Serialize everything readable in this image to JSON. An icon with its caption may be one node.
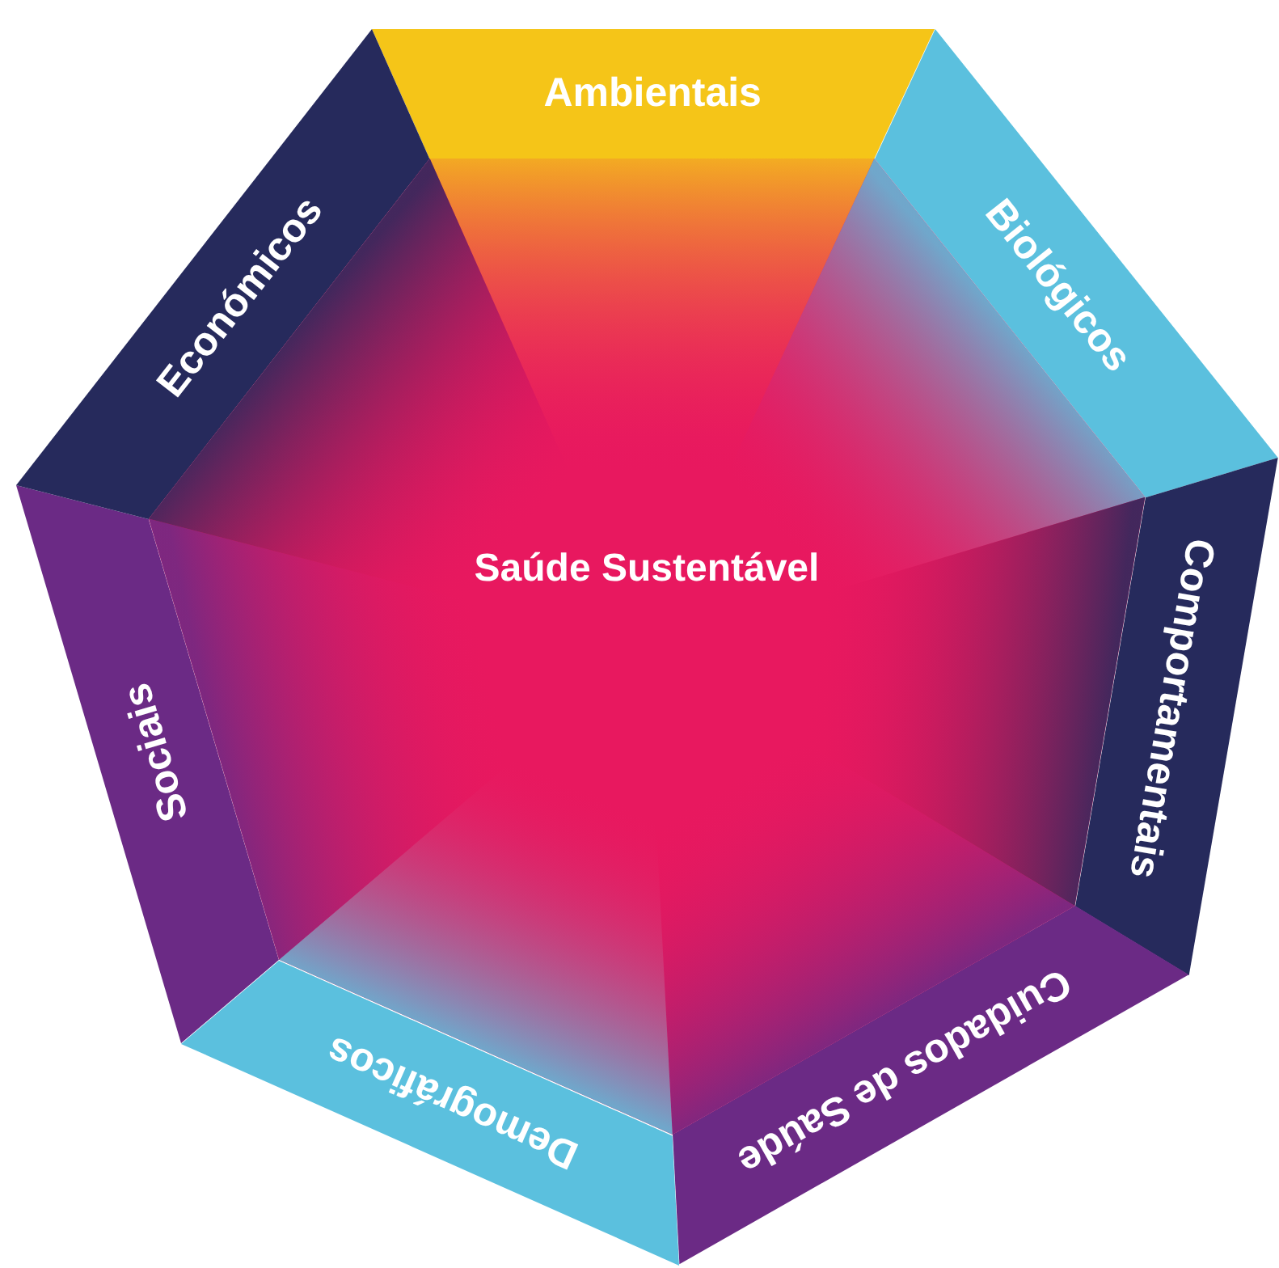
{
  "diagram": {
    "nodes": [
      {
        "text": [
          "Ambientais"
        ]
      },
      {
        "text": [
          "Biológicos"
        ]
      },
      {
        "text": [
          "Comportamentais"
        ]
      },
      {
        "text": [
          "Cuidados de Saúde"
        ]
      },
      {
        "text": [
          "Demográficos"
        ]
      },
      {
        "text": [
          "Sociais"
        ]
      },
      {
        "text": [
          "Económicos"
        ]
      },
      {
        "text": [
          "Saúde Sustentável"
        ]
      }
    ]
  }
}
